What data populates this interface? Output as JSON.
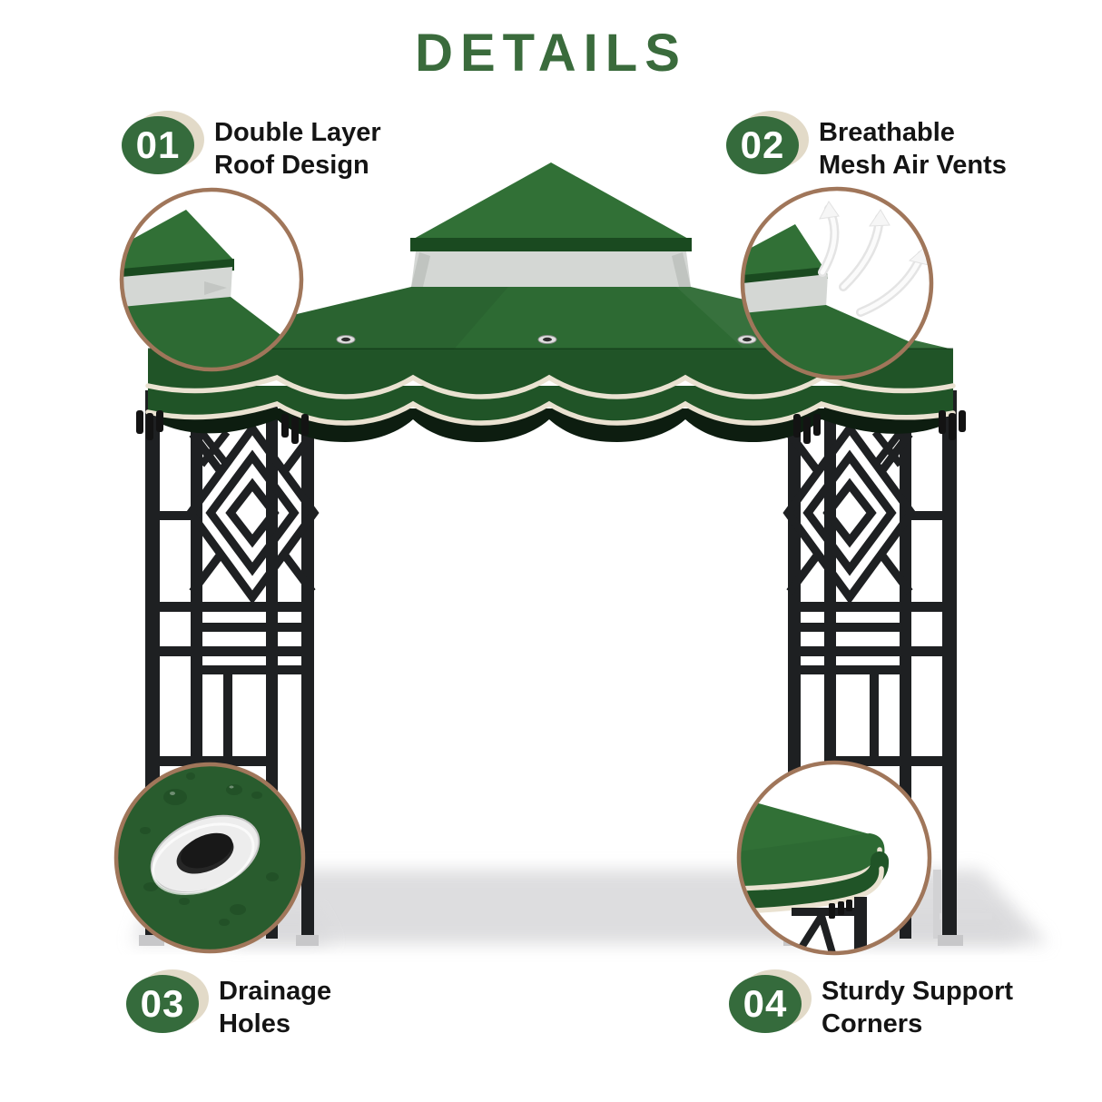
{
  "title": "DETAILS",
  "features": [
    {
      "number": "01",
      "line1": "Double Layer",
      "line2": "Roof Design"
    },
    {
      "number": "02",
      "line1": "Breathable",
      "line2": "Mesh Air Vents"
    },
    {
      "number": "03",
      "line1": "Drainage",
      "line2": "Holes"
    },
    {
      "number": "04",
      "line1": "Sturdy Support",
      "line2": "Corners"
    }
  ],
  "insets": [
    {
      "icon": "roof-layers-closeup-icon"
    },
    {
      "icon": "air-vent-arrows-icon"
    },
    {
      "icon": "drainage-grommet-icon"
    },
    {
      "icon": "corner-support-closeup-icon"
    }
  ],
  "colors": {
    "accent-green": "#3a6b3c",
    "badge-green": "#356b3c",
    "badge-shadow": "#e2dac8",
    "text-dark": "#141414",
    "canopy-green": "#2d6a33",
    "canopy-green-light": "#317036",
    "canopy-dark": "#1a4a20",
    "valance-green": "#205427",
    "under-dark": "#0d1d10",
    "mesh-gray": "#d4d7d4",
    "cream": "#eae2d1",
    "frame-black": "#1e2022",
    "ring-brown": "#a0765a",
    "fabric-green": "#295c2e",
    "shadow-gray": "#d8d8da",
    "foot-gray": "#c7c7c9"
  }
}
